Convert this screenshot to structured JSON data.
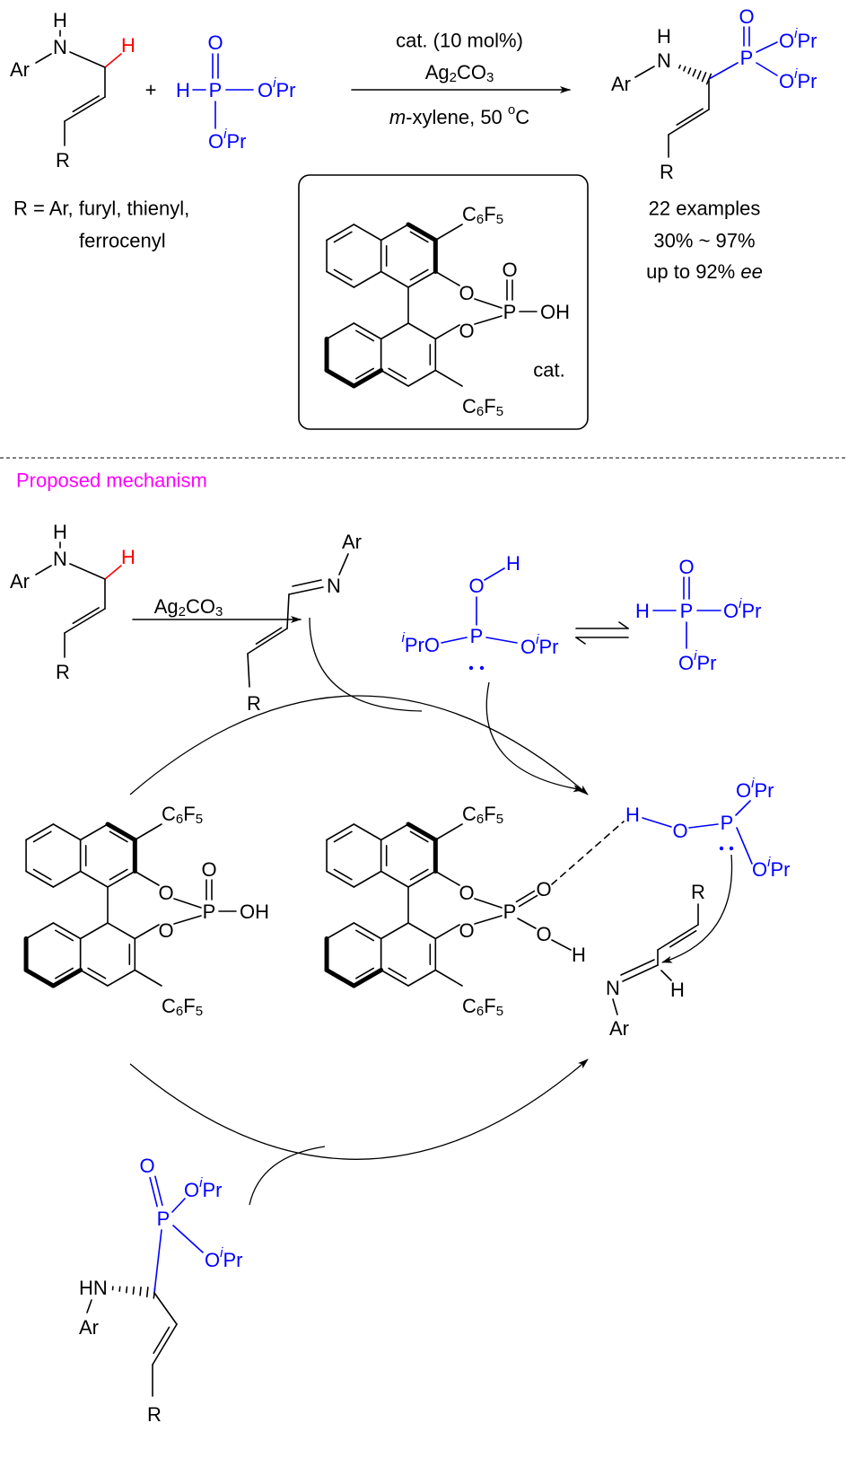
{
  "l": {
    "Ar": "Ar",
    "N": "N",
    "H": "H",
    "R": "R",
    "O": "O",
    "P": "P",
    "OH": "OH",
    "i": "i",
    "Pr": "Pr",
    "PrO": "PrO",
    "C": "C",
    "F": "F",
    "6": "6",
    "5": "5",
    "HN": "HN"
  },
  "scheme": {
    "plus": "+",
    "cond_catalyst": "cat. (10 mol%)",
    "ag": "Ag",
    "ag_sub": "2",
    "co": "CO",
    "co_sub": "3",
    "solvent_m": "m",
    "solvent_rest": "-xylene, 50 ",
    "deg": "o",
    "celsius": "C",
    "r_def_line1": "R = Ar, furyl, thienyl,",
    "r_def_line2": "ferrocenyl",
    "examples": "22 examples",
    "yield_range": "30% ~ 97%",
    "ee_prefix": "up to 92% ",
    "ee": "ee",
    "cat_label": "cat."
  },
  "mechanism": {
    "title": "Proposed mechanism"
  },
  "colors": {
    "reagent": "#0000ff",
    "highlight_h": "#ff0000",
    "section_title": "#ff00ff"
  }
}
